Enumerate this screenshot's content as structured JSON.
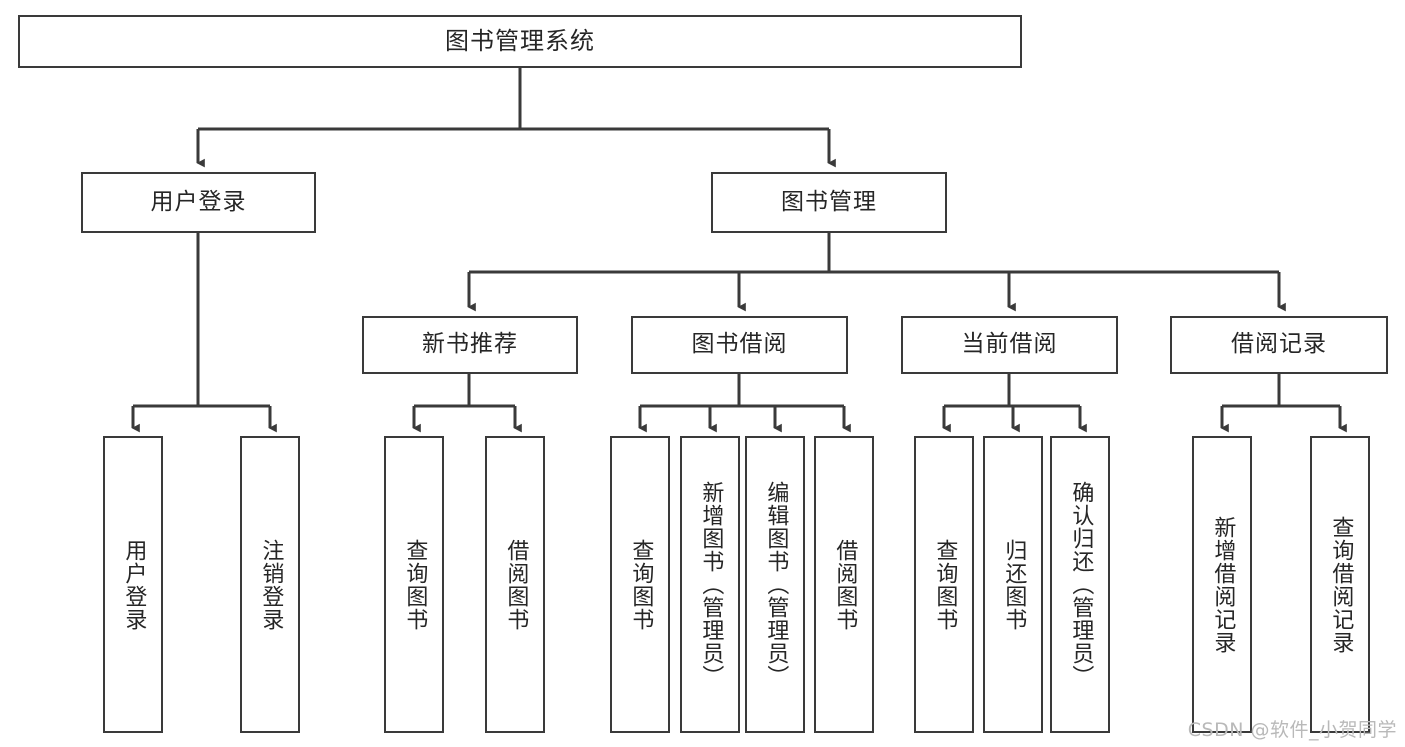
{
  "diagram": {
    "title": "图书管理系统",
    "type": "tree-hierarchy",
    "orientation": "top-down"
  },
  "nodes": {
    "root": {
      "label": "图书管理系统"
    },
    "level2": [
      {
        "id": "user-login",
        "label": "用户登录"
      },
      {
        "id": "book-manage",
        "label": "图书管理"
      }
    ],
    "level3": [
      {
        "id": "new-book-recommend",
        "label": "新书推荐"
      },
      {
        "id": "book-borrow",
        "label": "图书借阅"
      },
      {
        "id": "current-borrow",
        "label": "当前借阅"
      },
      {
        "id": "borrow-record",
        "label": "借阅记录"
      }
    ],
    "leaves": {
      "user_login": [
        {
          "id": "leaf-user-login",
          "label": "用户登录"
        },
        {
          "id": "leaf-logout-login",
          "label": "注销登录"
        }
      ],
      "new_book_recommend": [
        {
          "id": "leaf-query-book-1",
          "label": "查询图书"
        },
        {
          "id": "leaf-borrow-book-1",
          "label": "借阅图书"
        }
      ],
      "book_borrow": [
        {
          "id": "leaf-query-book-2",
          "label": "查询图书"
        },
        {
          "id": "leaf-add-book",
          "label": "新增图书（管理员）"
        },
        {
          "id": "leaf-edit-book",
          "label": "编辑图书（管理员）"
        },
        {
          "id": "leaf-borrow-book-2",
          "label": "借阅图书"
        }
      ],
      "current_borrow": [
        {
          "id": "leaf-query-book-3",
          "label": "查询图书"
        },
        {
          "id": "leaf-return-book",
          "label": "归还图书"
        },
        {
          "id": "leaf-confirm-return",
          "label": "确认归还（管理员）"
        }
      ],
      "borrow_record": [
        {
          "id": "leaf-add-record",
          "label": "新增借阅记录"
        },
        {
          "id": "leaf-query-record",
          "label": "查询借阅记录"
        }
      ]
    }
  },
  "watermark": {
    "text": "CSDN @软件_小贺同学"
  },
  "colors": {
    "border": "#3a3a3a",
    "background": "#ffffff",
    "text": "#262626",
    "edge": "#3a3a3a",
    "watermark": "#b9b9b9"
  }
}
